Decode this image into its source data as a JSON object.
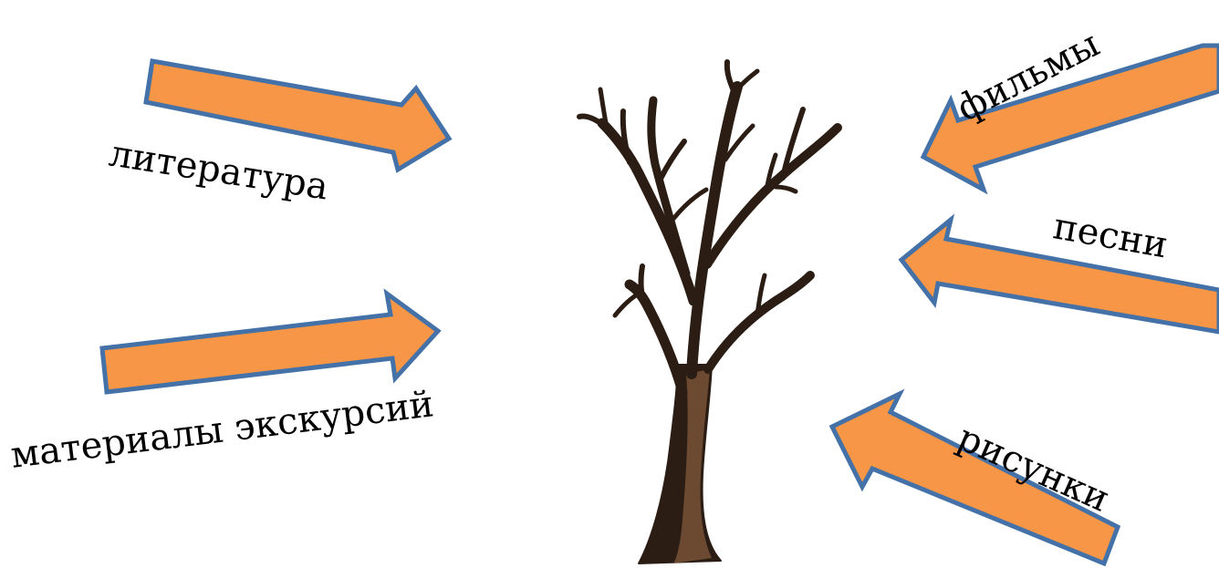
{
  "labels": {
    "literature": "литература",
    "excursions": "материалы экскурсий",
    "films": "фильмы",
    "songs": "песни",
    "drawings": "рисунки"
  },
  "colors": {
    "arrow_fill": "#F79646",
    "arrow_stroke": "#4472A8",
    "trunk_dark": "#2B1D14",
    "trunk_light": "#6B4A31",
    "background": "#FFFFFF"
  },
  "icons": {
    "center": "bare-tree-icon"
  }
}
